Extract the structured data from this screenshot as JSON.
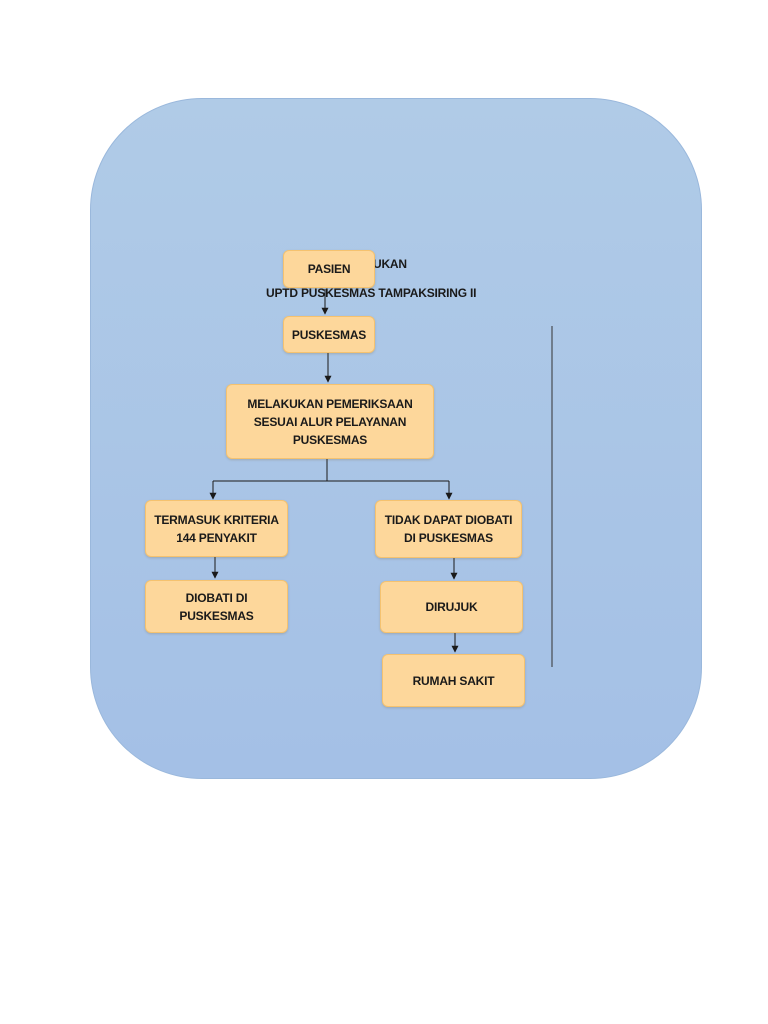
{
  "background_labels": {
    "partial_title": "UKAN",
    "subtitle": "UPTD PUSKESMAS TAMPAKSIRING II"
  },
  "nodes": {
    "pasien": "PASIEN",
    "puskesmas": "PUSKESMAS",
    "pemeriksaan": "MELAKUKAN PEMERIKSAAN\nSESUAI ALUR PELAYANAN\nPUSKESMAS",
    "kriteria": "TERMASUK KRITERIA\n144 PENYAKIT",
    "tidak_diobati": "TIDAK DAPAT DIOBATI\nDI PUSKESMAS",
    "diobati": "DIOBATI DI\nPUSKESMAS",
    "dirujuk": "DIRUJUK",
    "rumah_sakit": "RUMAH SAKIT"
  },
  "colors": {
    "panel": "#a9c4e7",
    "box_fill": "#fdd79b",
    "box_border": "#f5c26f",
    "line": "#1a1a1a"
  }
}
